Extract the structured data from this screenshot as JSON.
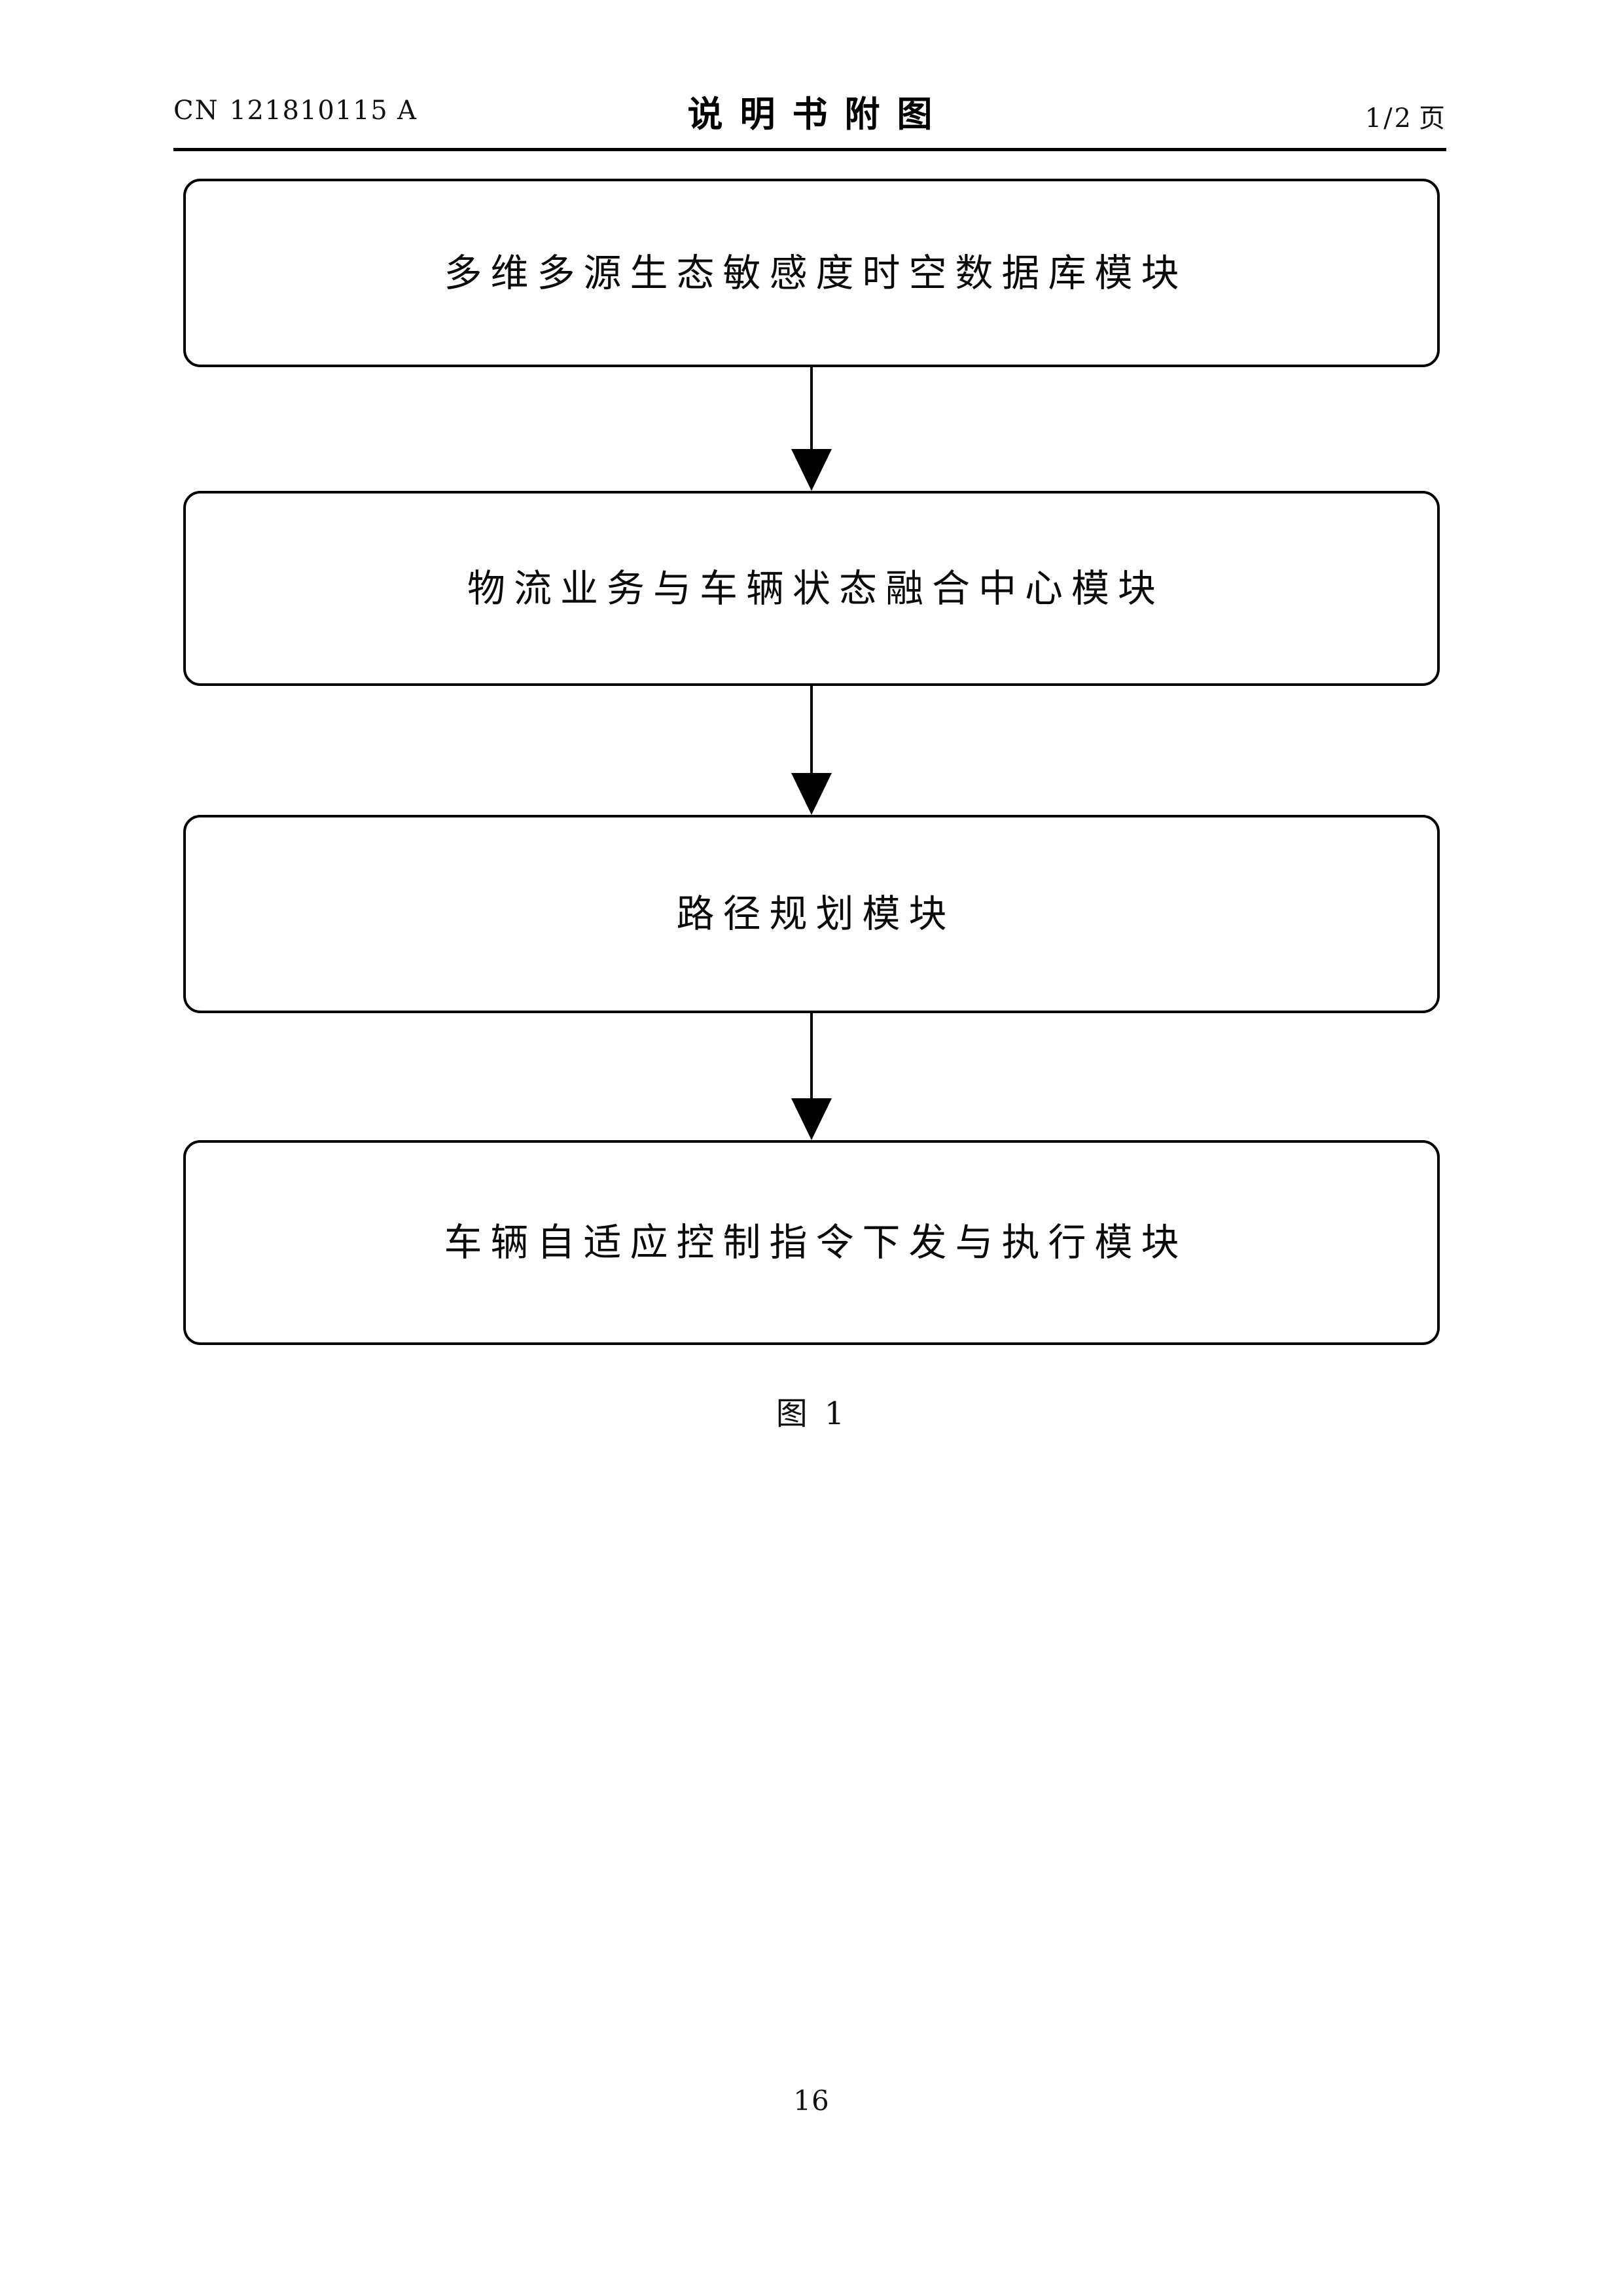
{
  "document": {
    "kind": "patent-drawing-sheet",
    "header": {
      "publication_prefix": "CN",
      "publication_number": "121810115",
      "publication_kind": "A",
      "title": "说明书附图",
      "sheet_current": "1",
      "sheet_separator": "/",
      "sheet_total": "2",
      "sheet_unit": "页"
    },
    "figure": {
      "caption_prefix": "图",
      "caption_number": "1",
      "nodes": [
        {
          "id": "node-1",
          "label": "多维多源生态敏感度时空数据库模块"
        },
        {
          "id": "node-2",
          "label": "物流业务与车辆状态融合中心模块"
        },
        {
          "id": "node-3",
          "label": "路径规划模块"
        },
        {
          "id": "node-4",
          "label": "车辆自适应控制指令下发与执行模块"
        }
      ],
      "connectors": [
        {
          "id": "conn-1",
          "from": "node-1",
          "to": "node-2",
          "arrow": "down-arrow-icon"
        },
        {
          "id": "conn-2",
          "from": "node-2",
          "to": "node-3",
          "arrow": "down-arrow-icon"
        },
        {
          "id": "conn-3",
          "from": "node-3",
          "to": "node-4",
          "arrow": "down-arrow-icon"
        }
      ]
    },
    "footer": {
      "page_number": "16"
    },
    "colors": {
      "ink": "#000000",
      "paper": "#ffffff"
    }
  }
}
